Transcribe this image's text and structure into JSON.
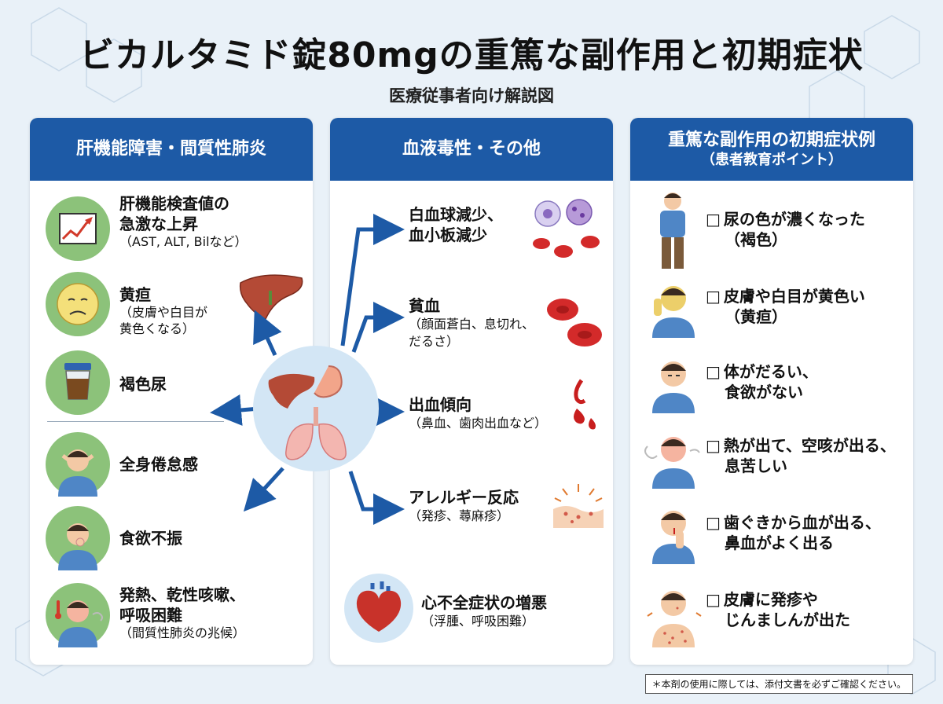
{
  "title": "ビカルタミド錠80mgの重篤な副作用と初期症状",
  "subtitle": "医療従事者向け解説図",
  "colors": {
    "header": "#1d5aa6",
    "background": "#e9f1f8",
    "accent_green": "#8cc27a",
    "arrow": "#1d5aa6"
  },
  "panels": {
    "left": {
      "heading": "肝機能障害・間質性肺炎",
      "items": [
        {
          "icon": "line-chart-icon",
          "label": "肝機能検査値の急激な上昇",
          "line1": "肝機能検査値の",
          "line2": "急激な上昇",
          "note": "（AST, ALT, Bilなど）"
        },
        {
          "icon": "sad-face-icon",
          "label": "黄疸",
          "note1": "（皮膚や白目が",
          "note2": "黄色くなる）"
        },
        {
          "icon": "urine-cup-icon",
          "label": "褐色尿"
        },
        {
          "icon": "tired-person-icon",
          "label": "全身倦怠感"
        },
        {
          "icon": "no-appetite-person-icon",
          "label": "食欲不振"
        },
        {
          "icon": "fever-cough-person-icon",
          "line1": "発熱、乾性咳嗽、",
          "line2": "呼吸困難",
          "note": "（間質性肺炎の兆候）"
        }
      ]
    },
    "center": {
      "heading": "血液毒性・その他",
      "items": [
        {
          "icon": "blood-cells-icon",
          "line1": "白血球減少、",
          "line2": "血小板減少"
        },
        {
          "icon": "red-blood-cells-icon",
          "label": "貧血",
          "note1": "（顔面蒼白、息切れ、",
          "note2": "だるさ）"
        },
        {
          "icon": "blood-drop-icon",
          "label": "出血傾向",
          "note": "（鼻血、歯肉出血など）"
        },
        {
          "icon": "skin-rash-icon",
          "label": "アレルギー反応",
          "note": "（発疹、蕁麻疹）"
        },
        {
          "icon": "heart-icon",
          "label": "心不全症状の増悪",
          "note": "（浮腫、呼吸困難）"
        }
      ]
    },
    "right": {
      "heading": "重篤な副作用の初期症状例",
      "heading_sub": "（患者教育ポイント）",
      "checkbox": "□",
      "items": [
        {
          "icon": "standing-person-icon",
          "line1": "尿の色が濃くなった",
          "line2": "（褐色）"
        },
        {
          "icon": "hand-on-cheek-person-icon",
          "line1": "皮膚や白目が黄色い",
          "line2": "（黄疸）"
        },
        {
          "icon": "tired-person-icon",
          "line1": "体がだるい、",
          "line2": "食欲がない"
        },
        {
          "icon": "cough-person-icon",
          "line1": "熱が出て、空咳が出る、",
          "line2": "息苦しい"
        },
        {
          "icon": "nosebleed-person-icon",
          "line1": "歯ぐきから血が出る、",
          "line2": "鼻血がよく出る"
        },
        {
          "icon": "rash-person-icon",
          "line1": "皮膚に発疹や",
          "line2": "じんましんが出た"
        }
      ]
    }
  },
  "footnote": "＊本剤の使用に際しては、添付文書を必ずご確認ください。"
}
